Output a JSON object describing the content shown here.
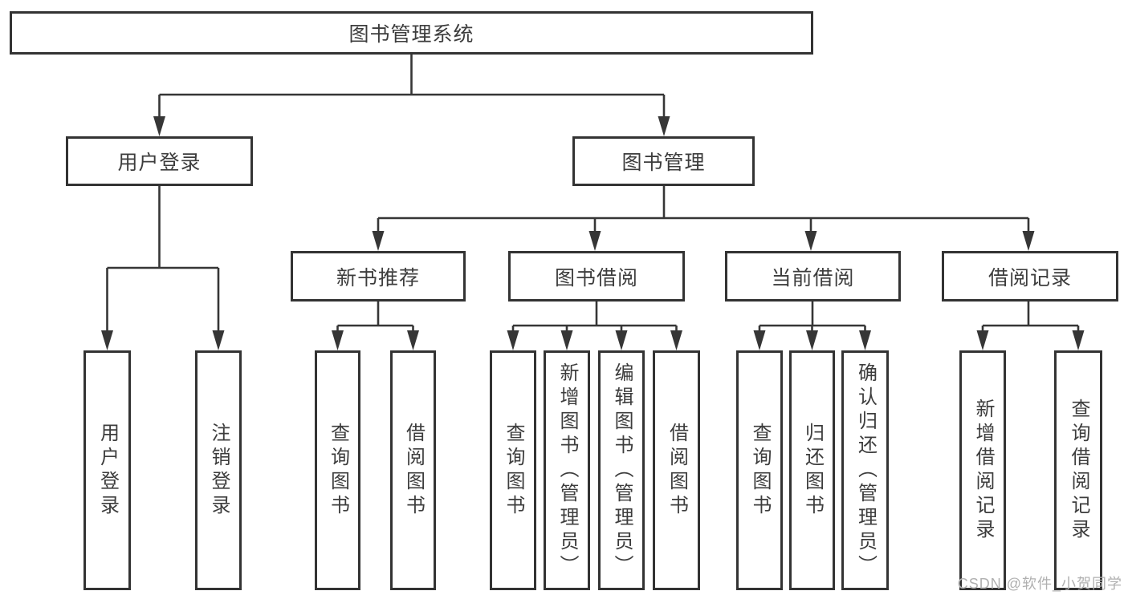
{
  "tree": {
    "label": "图书管理系统",
    "children": [
      {
        "label": "用户登录",
        "children": [
          {
            "label": "用户登录"
          },
          {
            "label": "注销登录"
          }
        ]
      },
      {
        "label": "图书管理",
        "children": [
          {
            "label": "新书推荐",
            "children": [
              {
                "label": "查询图书"
              },
              {
                "label": "借阅图书"
              }
            ]
          },
          {
            "label": "图书借阅",
            "children": [
              {
                "label": "查询图书"
              },
              {
                "label": "新增图书（管理员）"
              },
              {
                "label": "编辑图书（管理员）"
              },
              {
                "label": "借阅图书"
              }
            ]
          },
          {
            "label": "当前借阅",
            "children": [
              {
                "label": "查询图书"
              },
              {
                "label": "归还图书"
              },
              {
                "label": "确认归还（管理员）"
              }
            ]
          },
          {
            "label": "借阅记录",
            "children": [
              {
                "label": "新增借阅记录"
              },
              {
                "label": "查询借阅记录"
              }
            ]
          }
        ]
      }
    ]
  },
  "watermark": {
    "text": "CSDN @软件_小贺同学",
    "color": "#b0b0b0"
  },
  "colors": {
    "line": "#363636",
    "box_border": "#333333",
    "text": "#3d3d3d",
    "background": "#ffffff"
  }
}
